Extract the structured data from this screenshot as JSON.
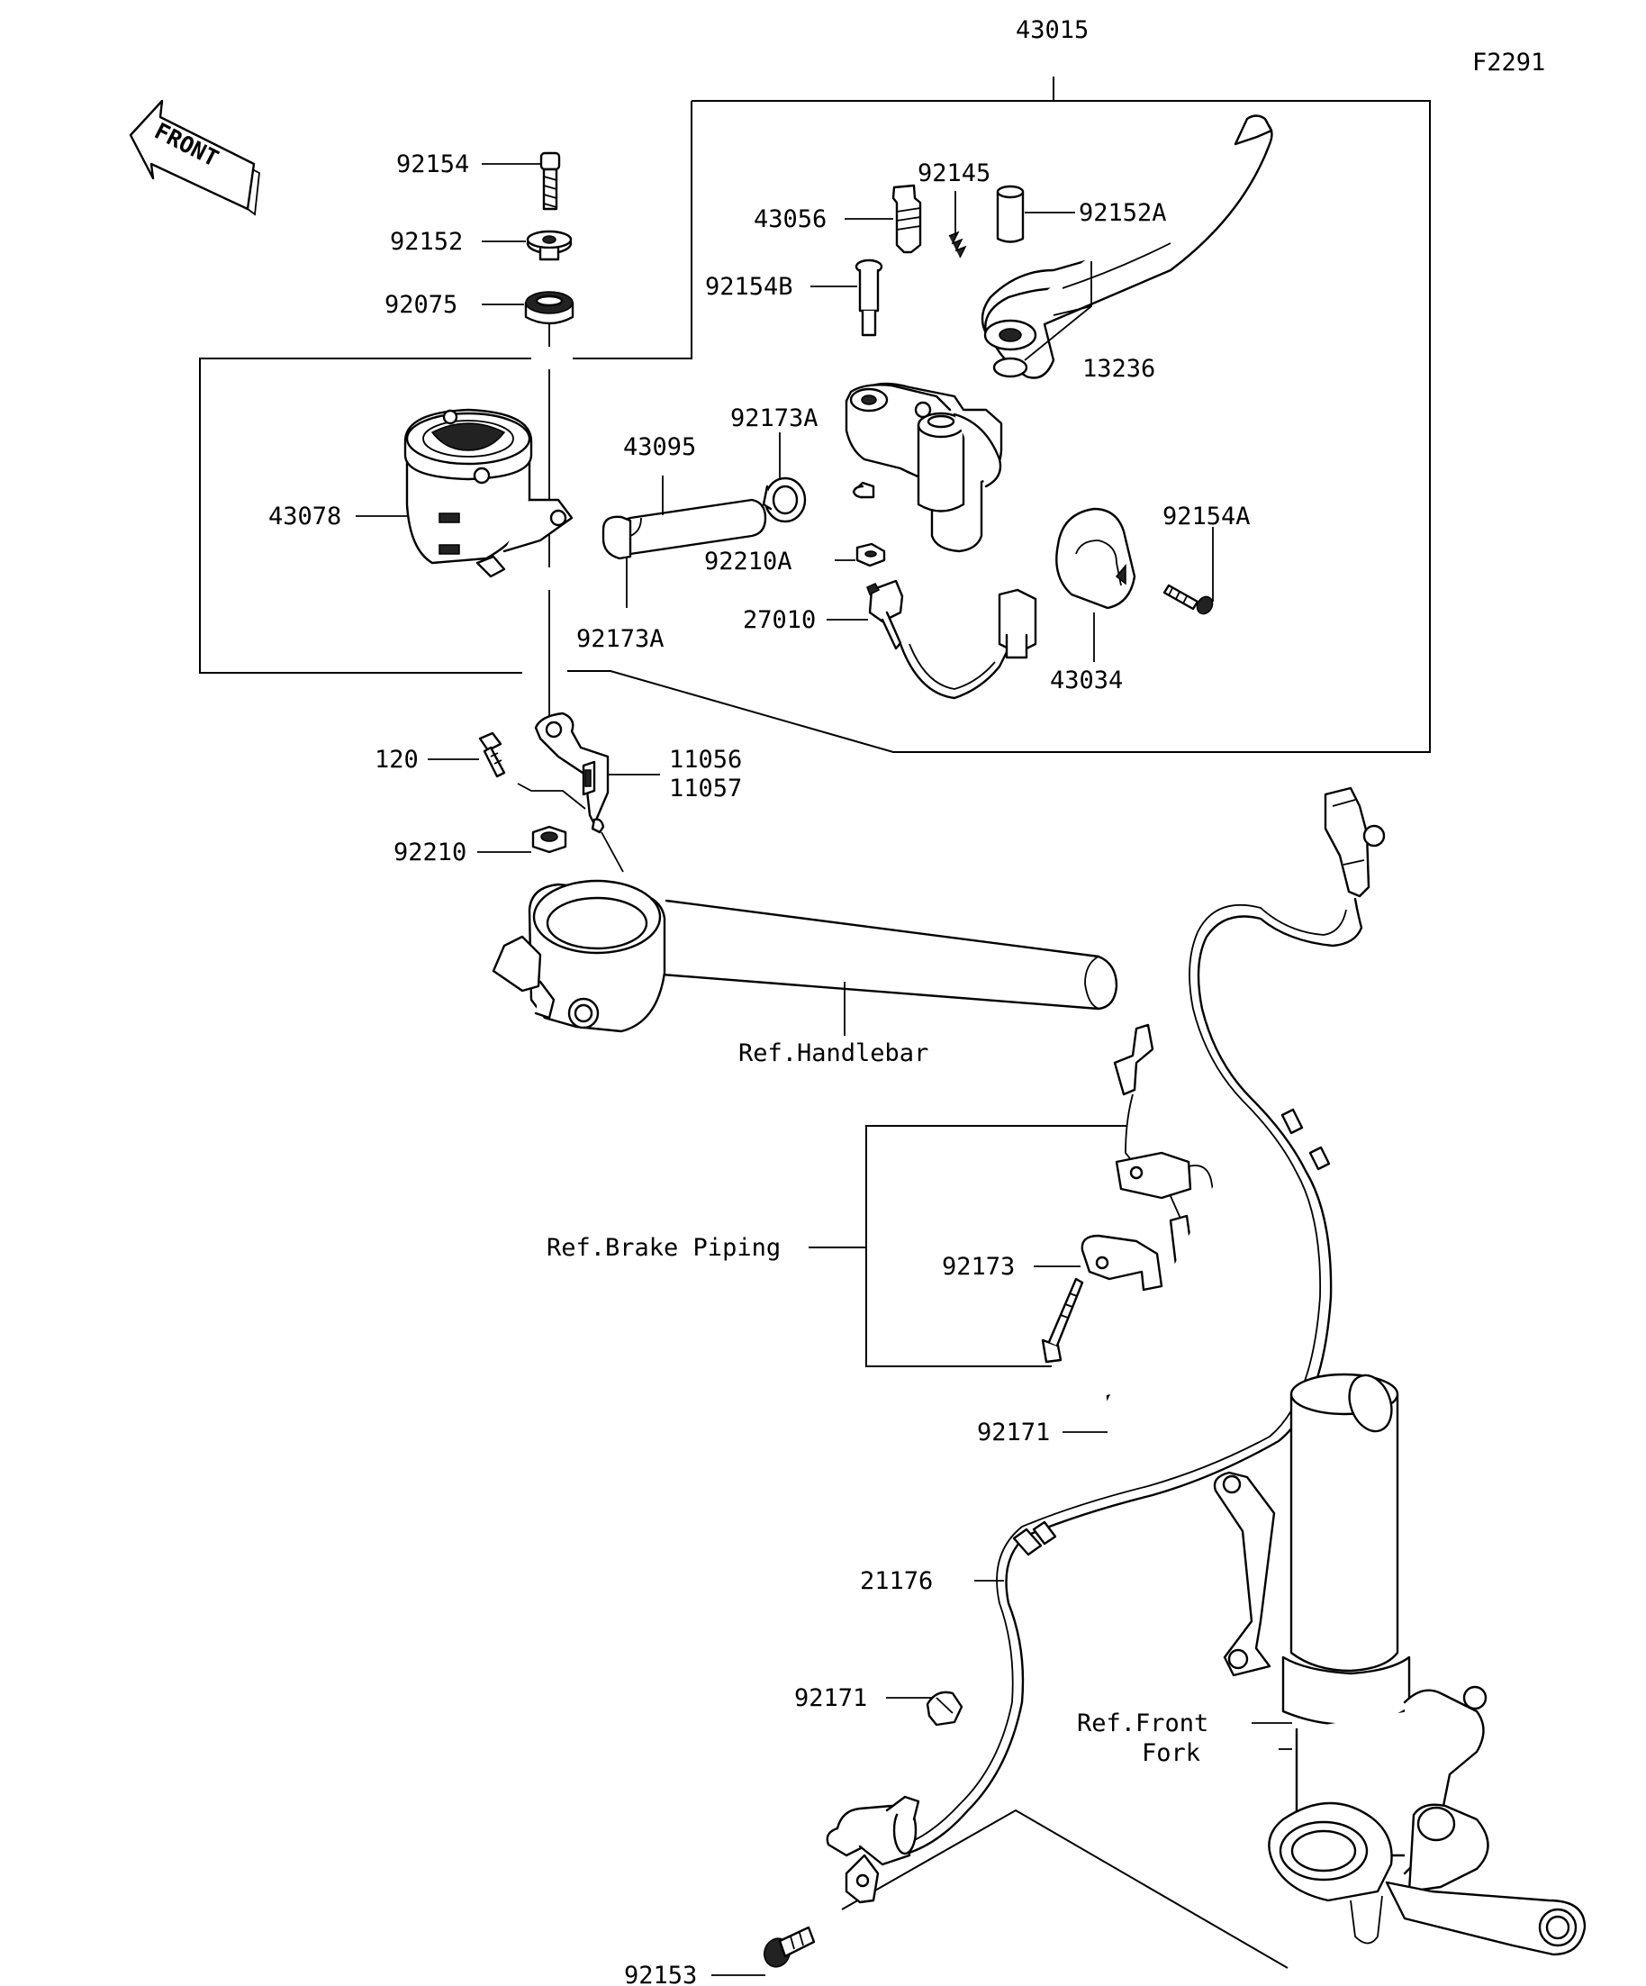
{
  "figure_id": "F2291",
  "front_arrow_label": "FRONT",
  "labels": {
    "p43015": "43015",
    "p92154": "92154",
    "p92152": "92152",
    "p92075": "92075",
    "p43078": "43078",
    "p92145": "92145",
    "p43056": "43056",
    "p92152A": "92152A",
    "p92154B": "92154B",
    "p13236": "13236",
    "p92173A_top": "92173A",
    "p43095": "43095",
    "p92210A": "92210A",
    "p92154A": "92154A",
    "p27010": "27010",
    "p92173A_bot": "92173A",
    "p43034": "43034",
    "p120": "120",
    "p11056": "11056",
    "p11057": "11057",
    "p92210": "92210",
    "ref_handlebar": "Ref.Handlebar",
    "ref_brake_piping": "Ref.Brake Piping",
    "p92173": "92173",
    "p92171_upper": "92171",
    "p21176": "21176",
    "p92171_lower": "92171",
    "ref_front_fork_line1": "Ref.Front",
    "ref_front_fork_line2": "Fork",
    "p92153": "92153"
  }
}
